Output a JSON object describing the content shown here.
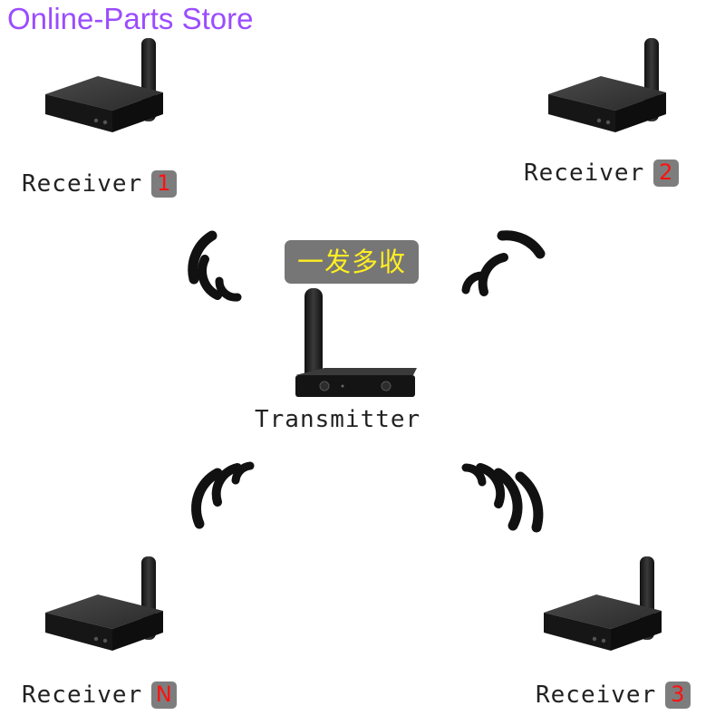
{
  "store_title": "Online-Parts Store",
  "center_badge": "一发多收",
  "transmitter": {
    "label": "Transmitter"
  },
  "receivers": [
    {
      "label": "Receiver",
      "badge": "1"
    },
    {
      "label": "Receiver",
      "badge": "2"
    },
    {
      "label": "Receiver",
      "badge": "N"
    },
    {
      "label": "Receiver",
      "badge": "3"
    }
  ],
  "colors": {
    "store_title": "#9b4cff",
    "badge_bg": "#7d7d7d",
    "badge_text": "#ff1111",
    "center_badge_text": "#ffee22",
    "device": "#1a1a1a"
  }
}
